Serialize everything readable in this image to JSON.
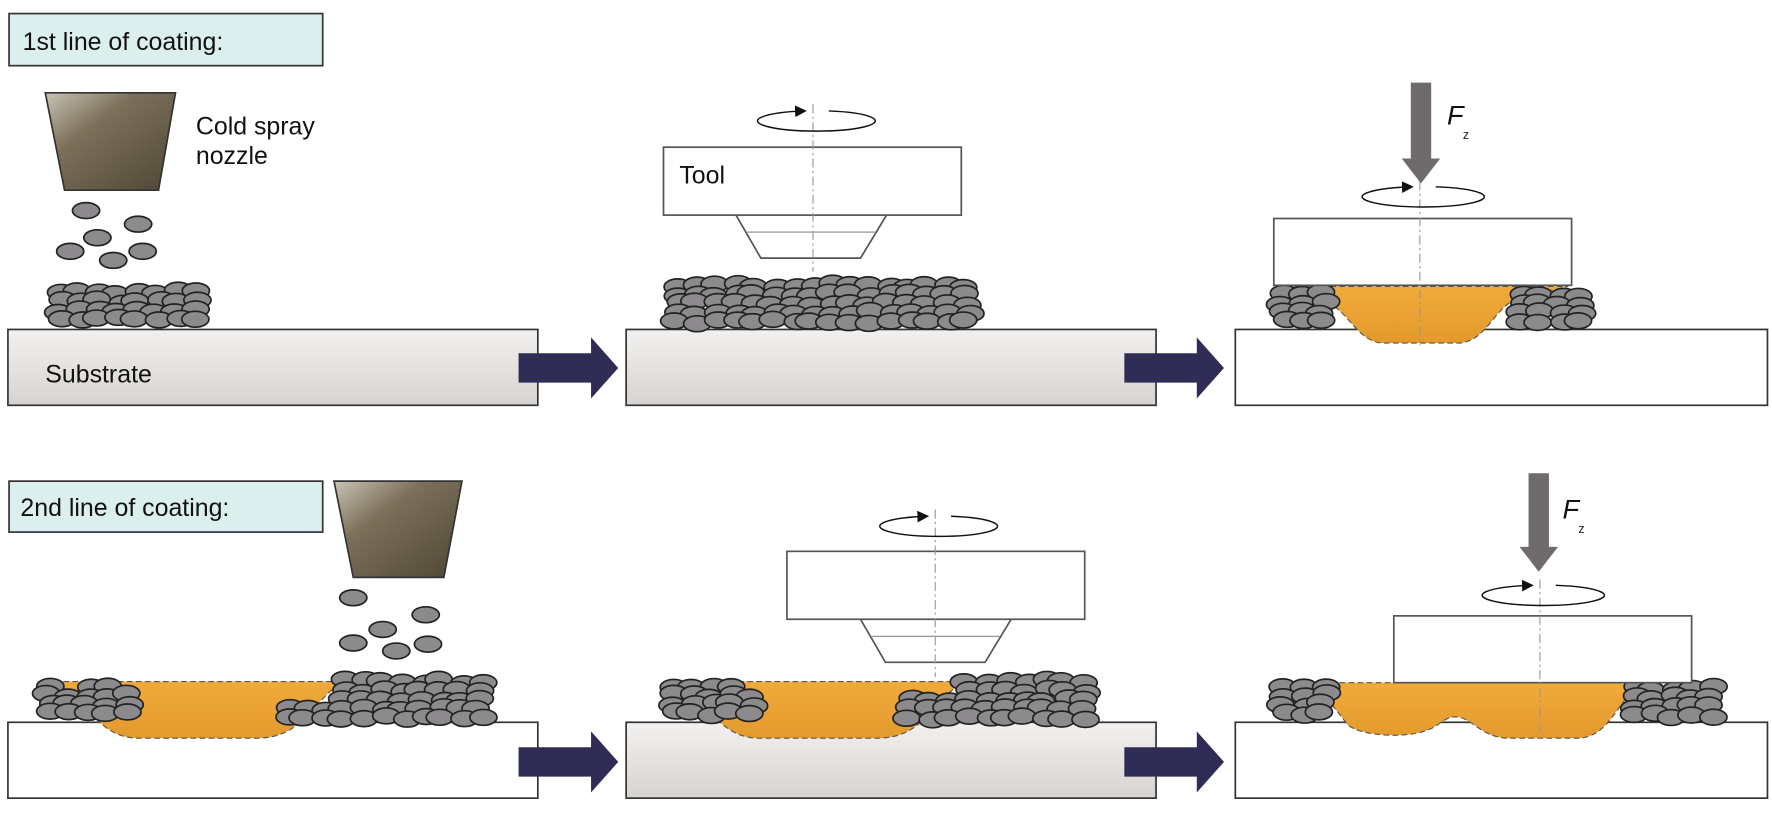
{
  "labels": {
    "row1_title": "1st line of coating:",
    "row2_title": "2nd line of coating:",
    "nozzle_line1": "Cold spray",
    "nozzle_line2": "nozzle",
    "substrate": "Substrate",
    "tool": "Tool",
    "force_symbol": "F",
    "force_subscript": "z"
  },
  "colors": {
    "title_box": "#dcefef",
    "nozzle": "#6e6350",
    "particle": "#8c8a8c",
    "coating": "#eaa033",
    "arrow": "#2f2d55",
    "force_arrow": "#6f6b6b"
  }
}
